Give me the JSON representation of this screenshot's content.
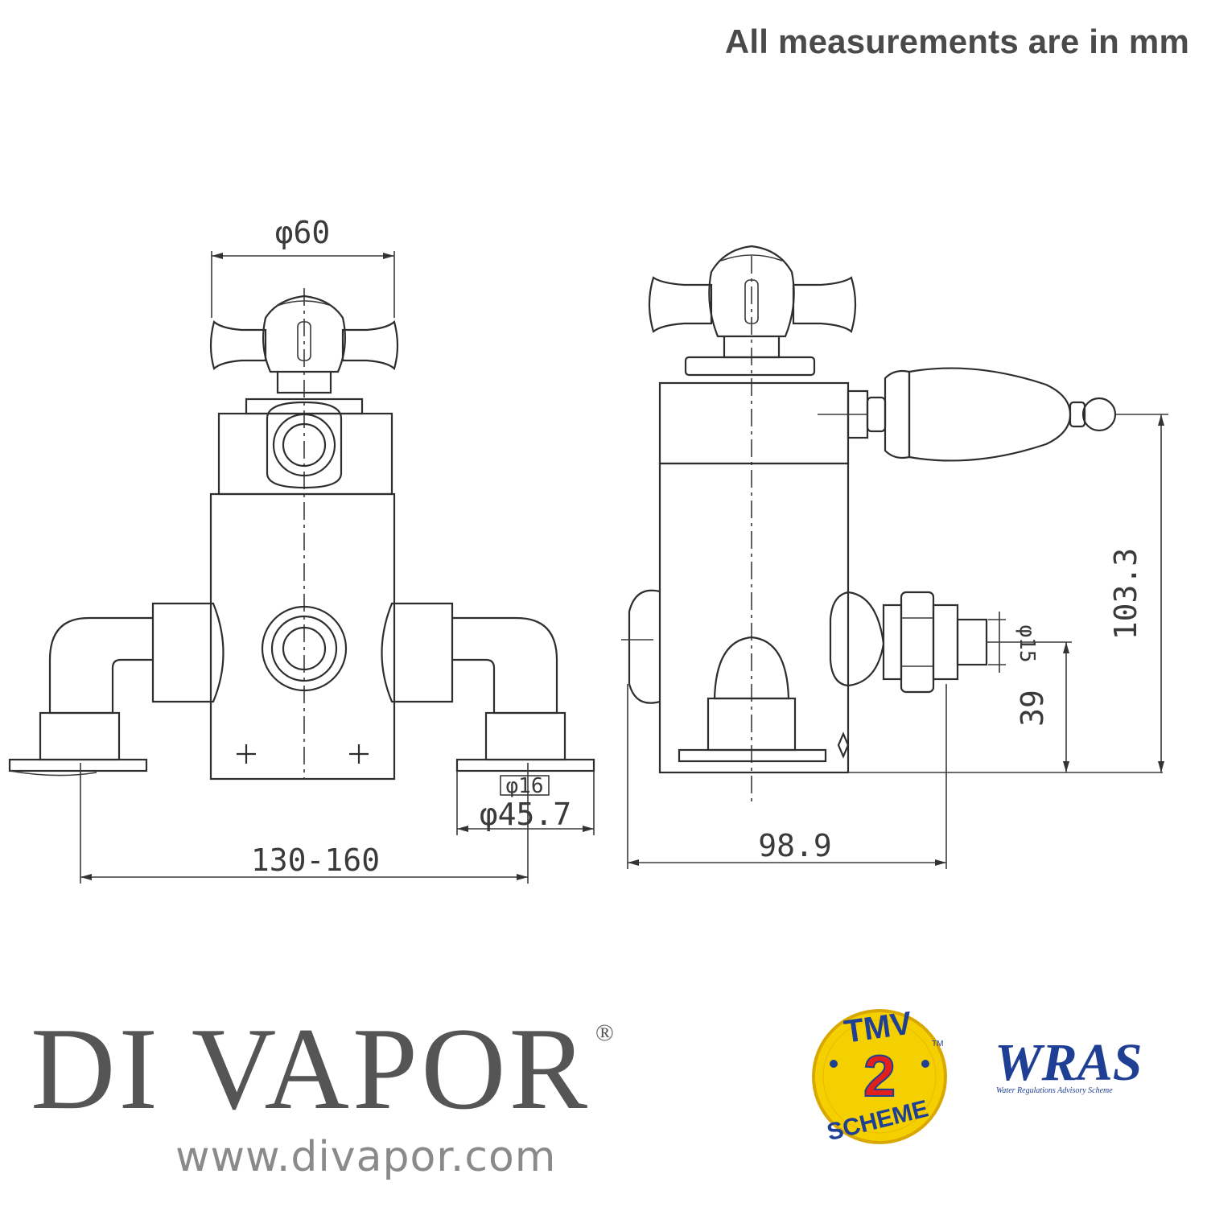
{
  "header": {
    "note": "All measurements are in mm"
  },
  "dimensions": {
    "front_width": "φ60",
    "inlet_centres": "130-160",
    "flange_inner": "φ16",
    "flange_outer": "φ45.7",
    "side_depth": "98.9",
    "side_height": "103.3",
    "outlet_height": "39",
    "outlet_dia": "φ15"
  },
  "brand": {
    "name": "DI VAPOR",
    "registered": "®",
    "url": "www.divapor.com"
  },
  "logos": {
    "tmv_top": "TMV",
    "tmv_number": "2",
    "tmv_bottom": "SCHEME",
    "tmv_tm": "TM",
    "wras_name": "WRAS",
    "wras_sub": "Water Regulations Advisory Scheme",
    "tmv_color": "#f5d000",
    "tmv_red": "#e3201b",
    "wras_color": "#1f3f95"
  }
}
